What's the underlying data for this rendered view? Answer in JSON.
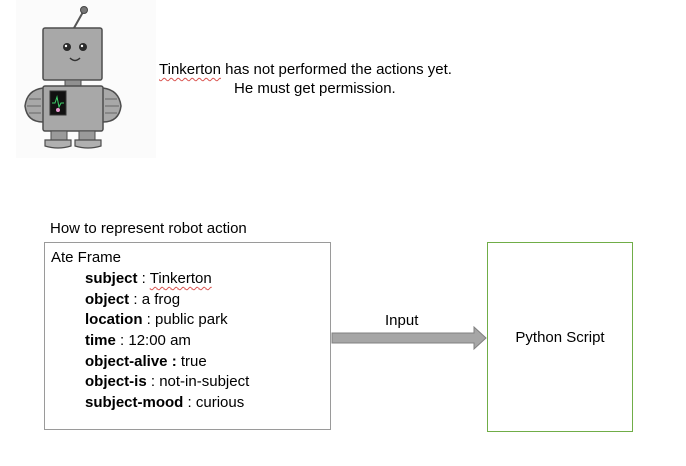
{
  "caption": {
    "robot_name": "Tinkerton",
    "line1_rest": " has not performed the actions yet.",
    "line2": "He must get permission."
  },
  "heading": "How to represent robot action",
  "frame": {
    "title": "Ate Frame",
    "slots": [
      {
        "key": "subject",
        "sep": " : ",
        "value": "Tinkerton"
      },
      {
        "key": "object",
        "sep": " : ",
        "value": "a frog"
      },
      {
        "key": "location",
        "sep": " : ",
        "value": "public park"
      },
      {
        "key": "time",
        "sep": " : ",
        "value": "12:00 am"
      },
      {
        "key": "object-alive :",
        "sep": " ",
        "value": "true"
      },
      {
        "key": "object-is",
        "sep": " : ",
        "value": "not-in-subject"
      },
      {
        "key": "subject-mood",
        "sep": " : ",
        "value": "curious"
      }
    ]
  },
  "arrow": {
    "label": "Input",
    "color": "#a6a6a6"
  },
  "script_box": {
    "label": "Python Script",
    "border_color": "#70ad47"
  },
  "robot": {
    "icon": "robot-icon",
    "body_color": "#a8a8a8",
    "outline_color": "#4d4d4d"
  }
}
